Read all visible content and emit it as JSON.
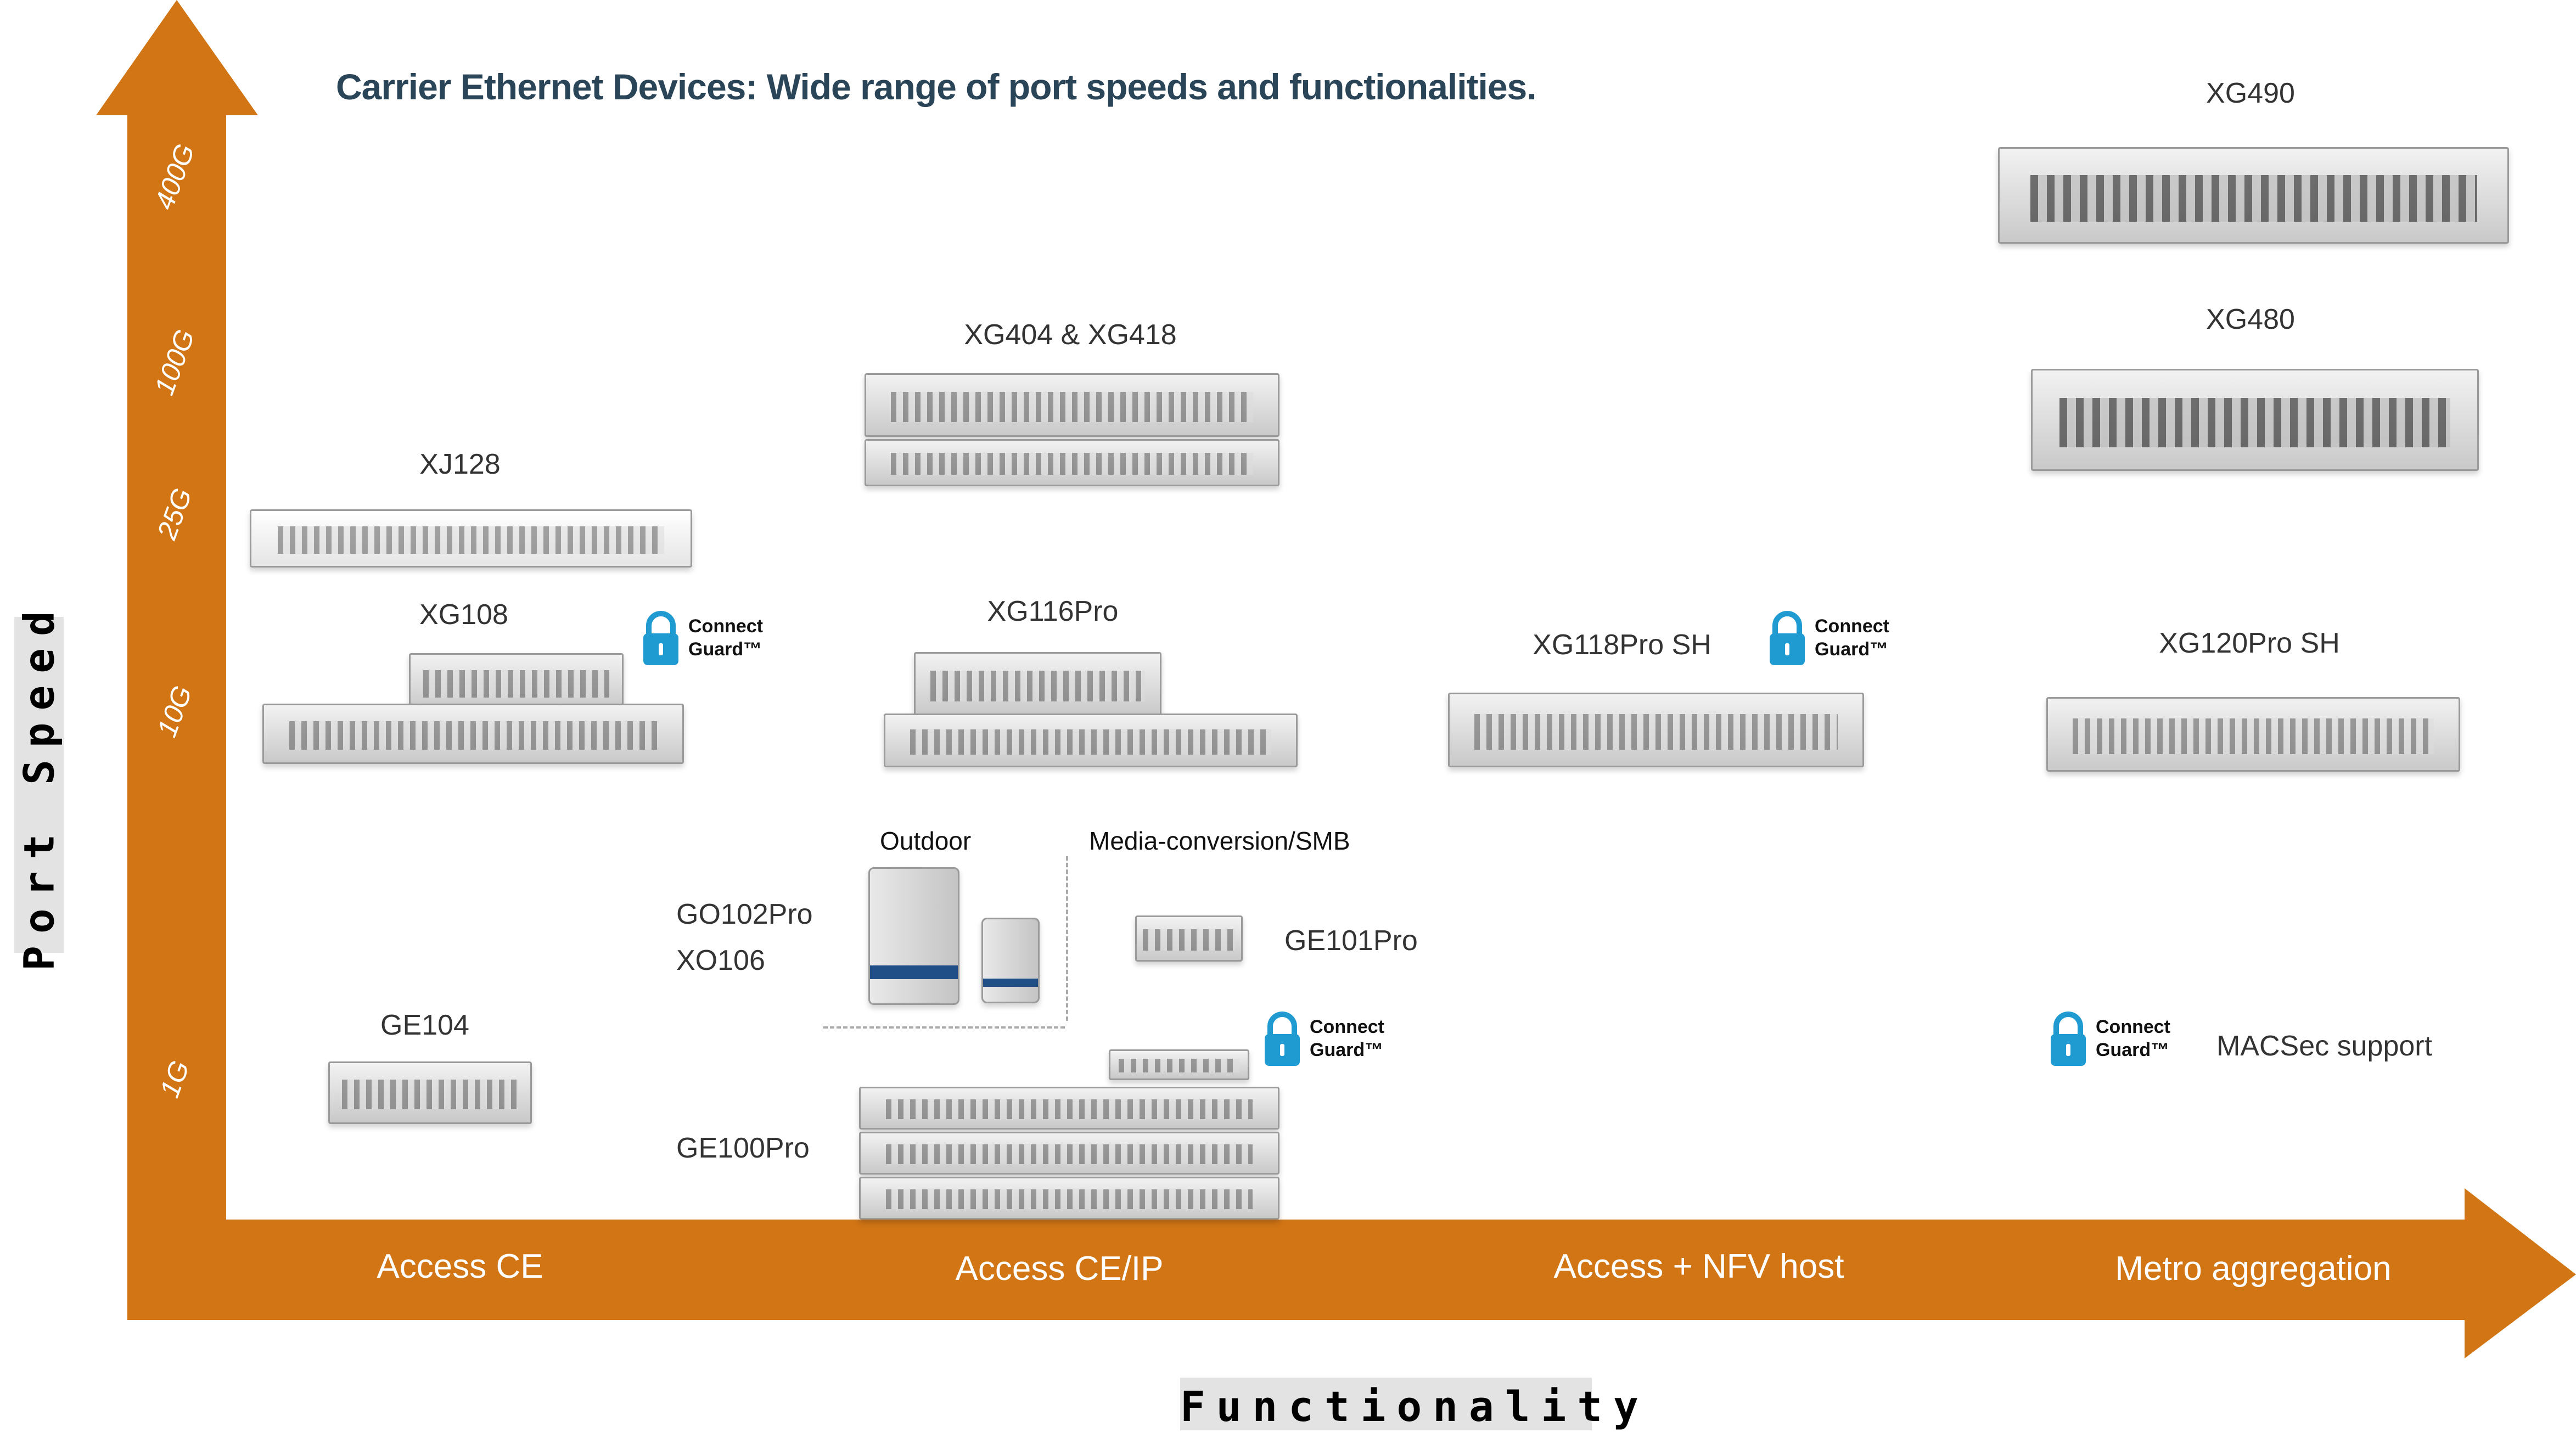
{
  "title": "Carrier Ethernet Devices: Wide range of port speeds and functionalities.",
  "axes": {
    "y_label": "Port Speed",
    "x_label": "Functionality",
    "y_ticks": [
      "400G",
      "100G",
      "25G",
      "10G",
      "1G"
    ],
    "x_categories": [
      "Access CE",
      "Access CE/IP",
      "Access + NFV host",
      "Metro aggregation"
    ]
  },
  "devices": {
    "xg490": "XG490",
    "xg480": "XG480",
    "xg404_418": "XG404 & XG418",
    "xj128": "XJ128",
    "xg108": "XG108",
    "xg116pro": "XG116Pro",
    "xg118pro_sh": "XG118Pro SH",
    "xg120pro_sh": "XG120Pro SH",
    "go102pro": "GO102Pro",
    "xo106": "XO106",
    "ge101pro": "GE101Pro",
    "ge104": "GE104",
    "ge100pro": "GE100Pro"
  },
  "groups": {
    "outdoor": "Outdoor",
    "media_conversion": "Media-conversion/SMB"
  },
  "connect_guard": {
    "line1": "Connect",
    "line2": "Guard™"
  },
  "legend": {
    "macsec": "MACSec support"
  },
  "colors": {
    "arrow": "#D17515",
    "title": "#2a4458",
    "lock": "#1f9bd1"
  }
}
